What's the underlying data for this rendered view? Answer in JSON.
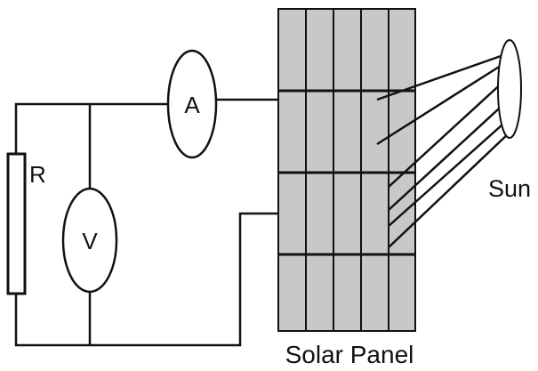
{
  "labels": {
    "resistor": "R",
    "voltmeter": "V",
    "ammeter": "A",
    "sun": "Sun",
    "panel": "Solar Panel"
  },
  "colors": {
    "panel_fill": "#c8c8c8",
    "line": "#111111",
    "background": "#ffffff"
  },
  "panel": {
    "columns": 5,
    "rows": 4
  }
}
